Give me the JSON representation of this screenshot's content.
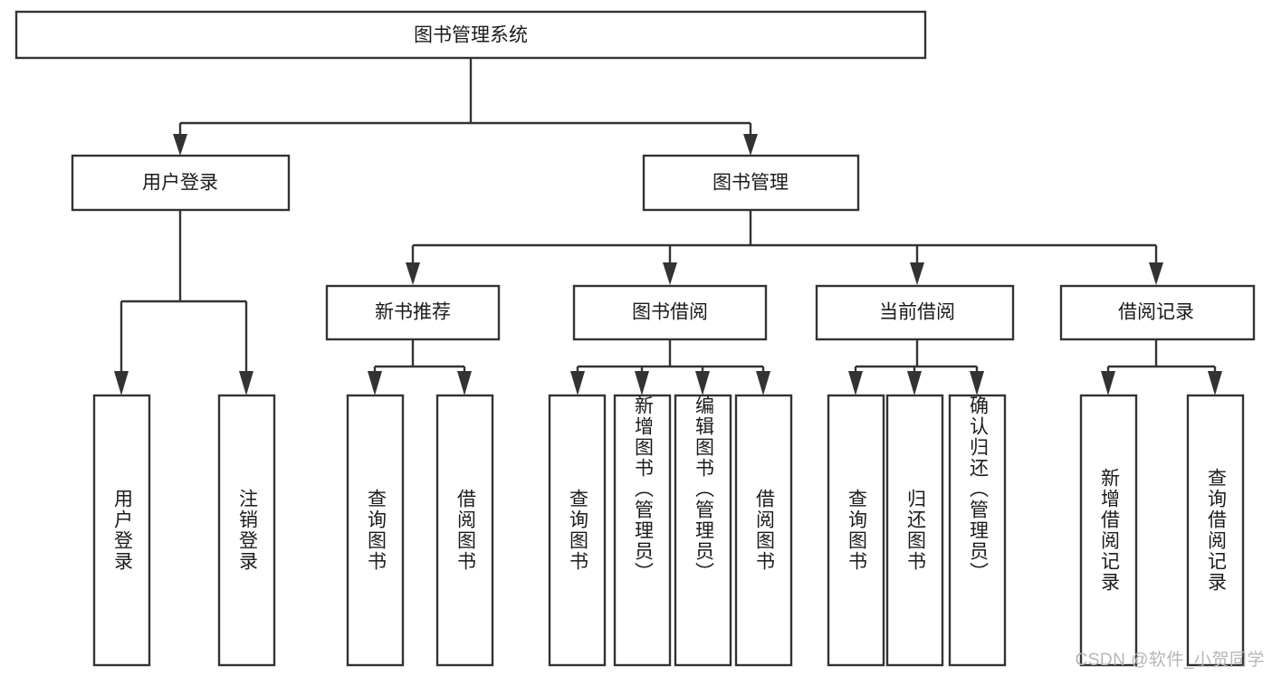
{
  "diagram": {
    "type": "tree",
    "title": "图书管理系统",
    "orientation": "top-down",
    "colors": {
      "box_fill": "#ffffff",
      "box_stroke": "#333333",
      "text": "#1b1b1b",
      "watermark": "#b6b6b6",
      "background": "#ffffff"
    },
    "root": {
      "label": "图书管理系统"
    },
    "level2": [
      {
        "label": "用户登录"
      },
      {
        "label": "图书管理"
      }
    ],
    "level3": [
      {
        "label": "新书推荐"
      },
      {
        "label": "图书借阅"
      },
      {
        "label": "当前借阅"
      },
      {
        "label": "借阅记录"
      }
    ],
    "leaves": {
      "user_login": [
        {
          "label": "用户登录"
        },
        {
          "label": "注销登录"
        }
      ],
      "new_book_recommend": [
        {
          "label": "查询图书"
        },
        {
          "label": "借阅图书"
        }
      ],
      "book_borrow": [
        {
          "label": "查询图书"
        },
        {
          "label": "新增图书（管理员）"
        },
        {
          "label": "编辑图书（管理员）"
        },
        {
          "label": "借阅图书"
        }
      ],
      "current_borrow": [
        {
          "label": "查询图书"
        },
        {
          "label": "归还图书"
        },
        {
          "label": "确认归还（管理员）"
        }
      ],
      "borrow_record": [
        {
          "label": "新增借阅记录"
        },
        {
          "label": "查询借阅记录"
        }
      ]
    }
  },
  "watermark": {
    "text": "CSDN @软件_小贺同学"
  }
}
